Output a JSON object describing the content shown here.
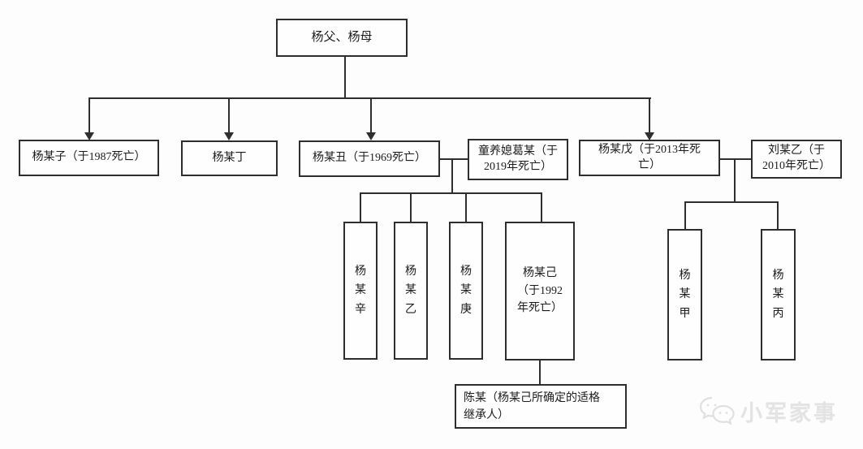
{
  "diagram": {
    "root": {
      "label": "杨父、杨母"
    },
    "gen2": {
      "yangmouzi": {
        "label": "杨某子（于1987死亡）"
      },
      "yangmouding": {
        "label": "杨某丁"
      },
      "yangmouchou": {
        "label": "杨某丑（于1969死亡）"
      },
      "gemou": {
        "label": "童养媳葛某（于\n2019年死亡）"
      },
      "yangmouwu": {
        "label": "杨某戊（于2013年死\n亡）"
      },
      "liumouyi": {
        "label": "刘某乙（于\n2010年死亡）"
      }
    },
    "gen3_left": {
      "yangmouxin": {
        "label": "杨\n某\n辛"
      },
      "yangmouyi": {
        "label": "杨\n某\n乙"
      },
      "yangmougeng": {
        "label": "杨\n某\n庚"
      },
      "yangmouji": {
        "label": "杨某己\n（于1992\n年死亡）"
      }
    },
    "gen3_right": {
      "yangmoujia": {
        "label": "杨\n某\n甲"
      },
      "yangmoubing": {
        "label": "杨\n某\n丙"
      }
    },
    "heir": {
      "label": "陈某（杨某己所确定的适格\n继承人）"
    }
  },
  "watermark": {
    "text": "小军家事",
    "icon": "wechat-icon"
  },
  "colors": {
    "line": "#2e2e2e",
    "background": "#fdfdfd",
    "watermark": "#e3e3e3"
  }
}
